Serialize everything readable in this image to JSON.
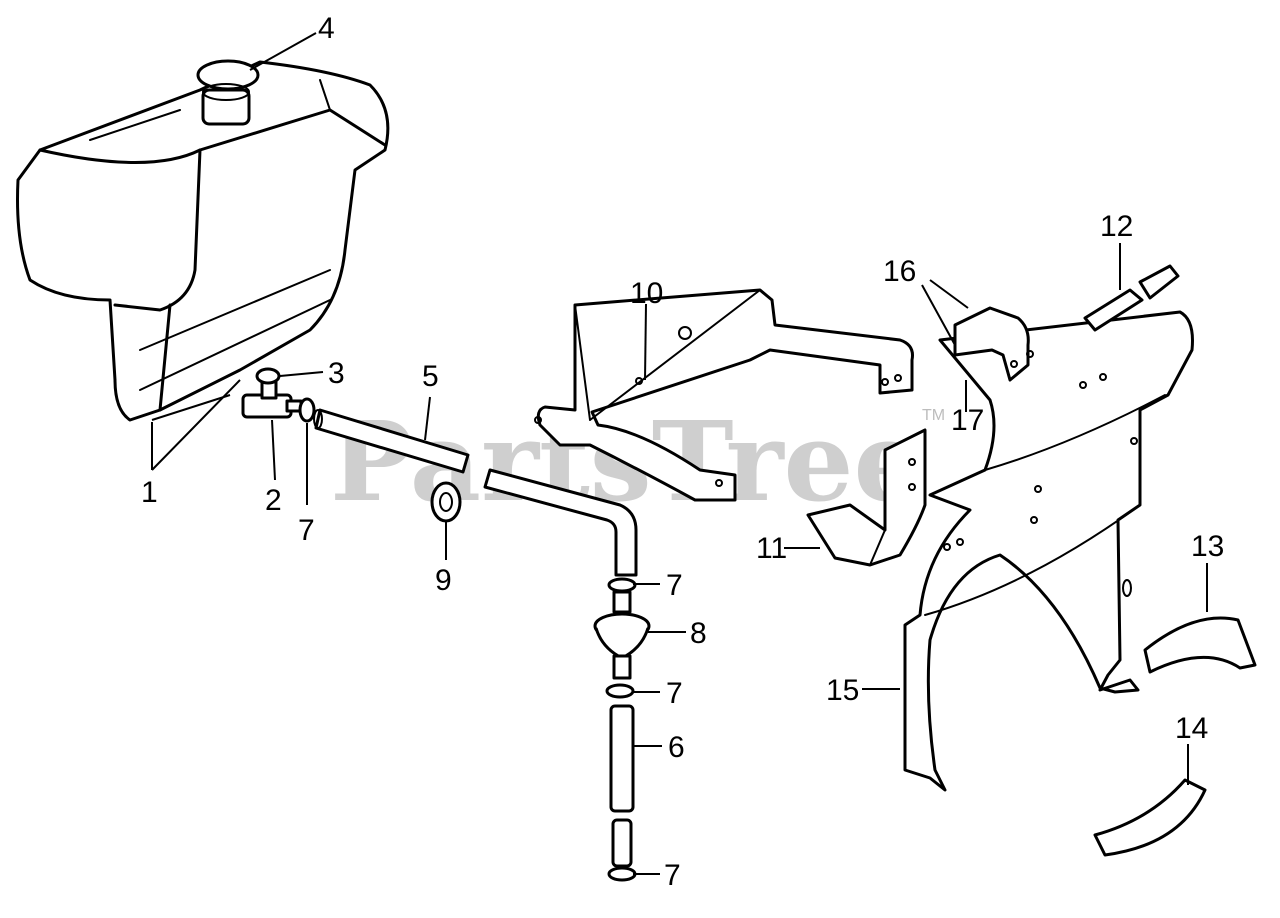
{
  "watermark": {
    "text": "PartsTree",
    "trademark": "TM"
  },
  "callouts": [
    {
      "id": "c1",
      "label": "1"
    },
    {
      "id": "c2",
      "label": "2"
    },
    {
      "id": "c3",
      "label": "3"
    },
    {
      "id": "c4",
      "label": "4"
    },
    {
      "id": "c5",
      "label": "5"
    },
    {
      "id": "c6",
      "label": "6"
    },
    {
      "id": "c7a",
      "label": "7"
    },
    {
      "id": "c7b",
      "label": "7"
    },
    {
      "id": "c7c",
      "label": "7"
    },
    {
      "id": "c7d",
      "label": "7"
    },
    {
      "id": "c8",
      "label": "8"
    },
    {
      "id": "c9",
      "label": "9"
    },
    {
      "id": "c10",
      "label": "10"
    },
    {
      "id": "c11",
      "label": "11"
    },
    {
      "id": "c12",
      "label": "12"
    },
    {
      "id": "c13",
      "label": "13"
    },
    {
      "id": "c14",
      "label": "14"
    },
    {
      "id": "c15",
      "label": "15"
    },
    {
      "id": "c16",
      "label": "16"
    },
    {
      "id": "c17",
      "label": "17"
    }
  ]
}
